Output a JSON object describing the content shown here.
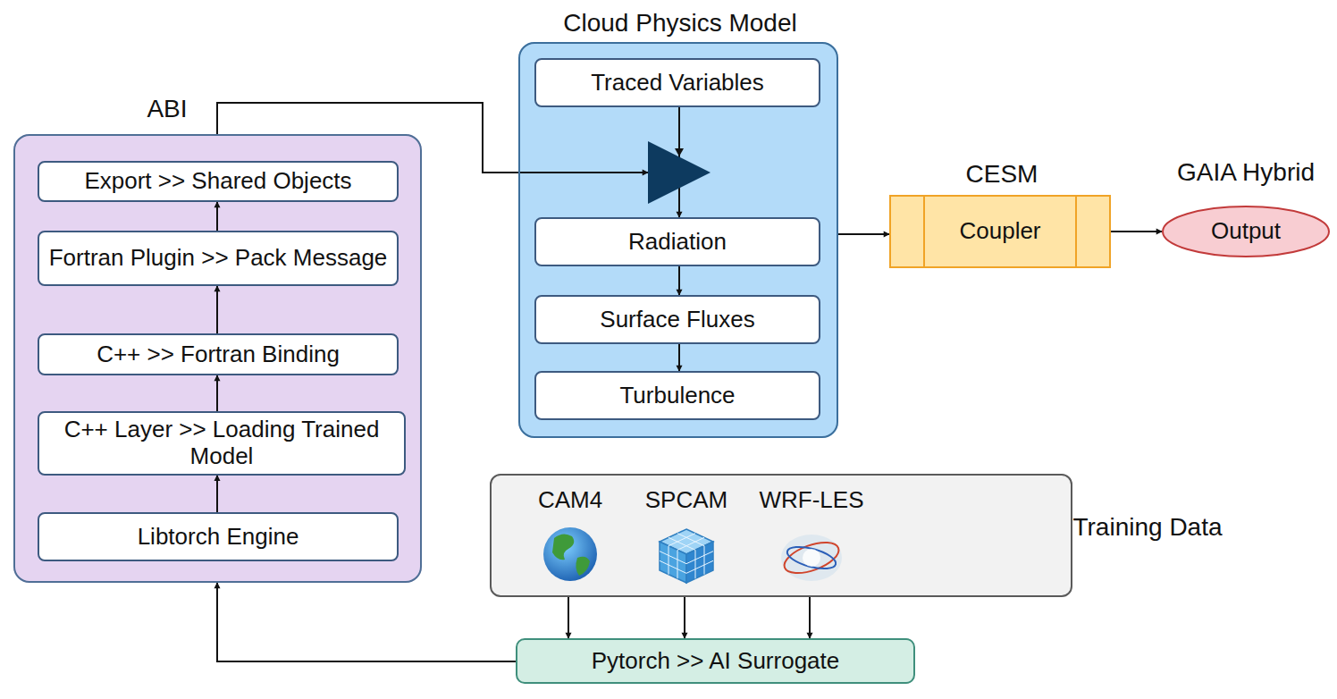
{
  "diagram": {
    "nodes": [
      {
        "text": [
          "ABI"
        ]
      },
      {
        "text": [
          "Export >> Shared Objects"
        ],
        "in": 0
      },
      {
        "text": [
          "Fortran Plugin >> Pack Message"
        ],
        "in": 0
      },
      {
        "text": [
          "C++ >> Fortran Binding"
        ],
        "in": 0
      },
      {
        "text": [
          "C++ Layer >> Loading Trained Model"
        ],
        "in": 0
      },
      {
        "text": [
          "Libtorch Engine"
        ],
        "in": 0
      },
      {
        "text": [
          "Cloud Physics Model"
        ]
      },
      {
        "text": [
          "Traced Variables"
        ],
        "in": 6
      },
      {
        "text": [
          "Radiation"
        ],
        "in": 6
      },
      {
        "text": [
          "Surface Fluxes"
        ],
        "in": 6
      },
      {
        "text": [
          "Turbulence"
        ],
        "in": 6
      },
      {
        "text": [
          "CESM",
          "Coupler"
        ]
      },
      {
        "text": [
          "GAIA Hybrid",
          "Output"
        ]
      },
      {
        "text": [
          "CAM4",
          "SPCAM",
          "WRF-LES",
          "Training Data"
        ]
      },
      {
        "text": [
          "Pytorch >> AI Surrogate"
        ]
      }
    ],
    "edges": [
      {
        "from": 5,
        "to": 4,
        "arrow": "to"
      },
      {
        "from": 4,
        "to": 3,
        "arrow": "to"
      },
      {
        "from": 3,
        "to": 2,
        "arrow": "to"
      },
      {
        "from": 2,
        "to": 1,
        "arrow": "to"
      },
      {
        "from": 7,
        "to": 8,
        "arrow": "to"
      },
      {
        "from": 8,
        "to": 9,
        "arrow": "to"
      },
      {
        "from": 9,
        "to": 10,
        "arrow": "to"
      },
      {
        "from": 0,
        "to": 6,
        "arrow": "to"
      },
      {
        "from": 6,
        "to": 11,
        "arrow": "to"
      },
      {
        "from": 11,
        "to": 12,
        "arrow": "to"
      },
      {
        "from": 13,
        "to": 14,
        "arrow": "to"
      },
      {
        "from": 13,
        "to": 14,
        "arrow": "to"
      },
      {
        "from": 13,
        "to": 14,
        "arrow": "to"
      },
      {
        "from": 14,
        "to": 0,
        "arrow": "to"
      }
    ]
  }
}
